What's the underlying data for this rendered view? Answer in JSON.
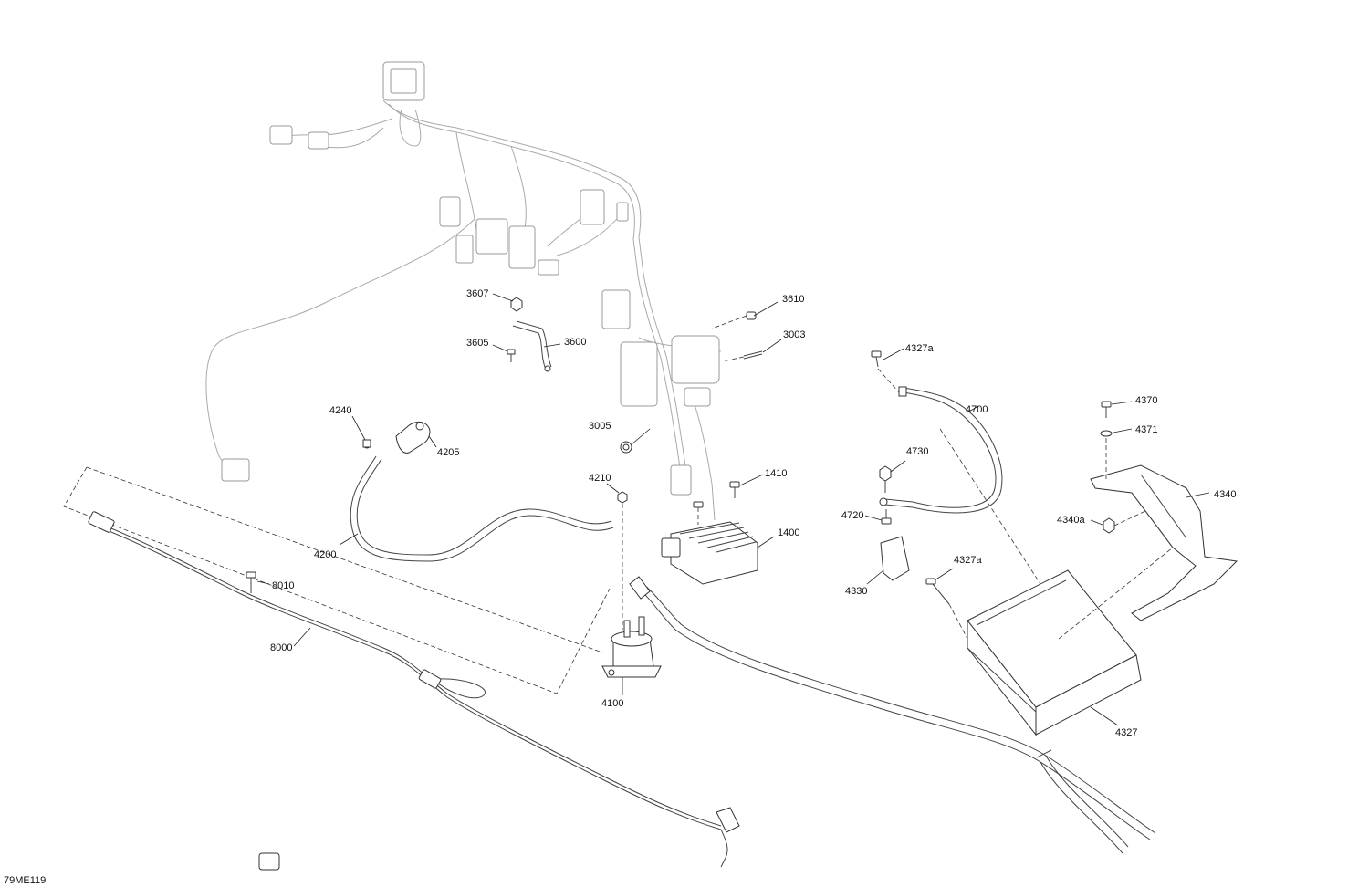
{
  "diagram_ref": "79ME119",
  "callouts": {
    "c3607": "3607",
    "c3610": "3610",
    "c3605": "3605",
    "c3600": "3600",
    "c3003": "3003",
    "c4327a_top": "4327a",
    "c4240": "4240",
    "c4205": "4205",
    "c3005": "3005",
    "c4700": "4700",
    "c4370": "4370",
    "c4371": "4371",
    "c4730": "4730",
    "c4210": "4210",
    "c1410": "1410",
    "c4340": "4340",
    "c4340a": "4340a",
    "c4720": "4720",
    "c1400": "1400",
    "c4200": "4200",
    "c8010": "8010",
    "c4327a_mid": "4327a",
    "c4330": "4330",
    "c8000": "8000",
    "c4100": "4100",
    "c4327": "4327"
  }
}
